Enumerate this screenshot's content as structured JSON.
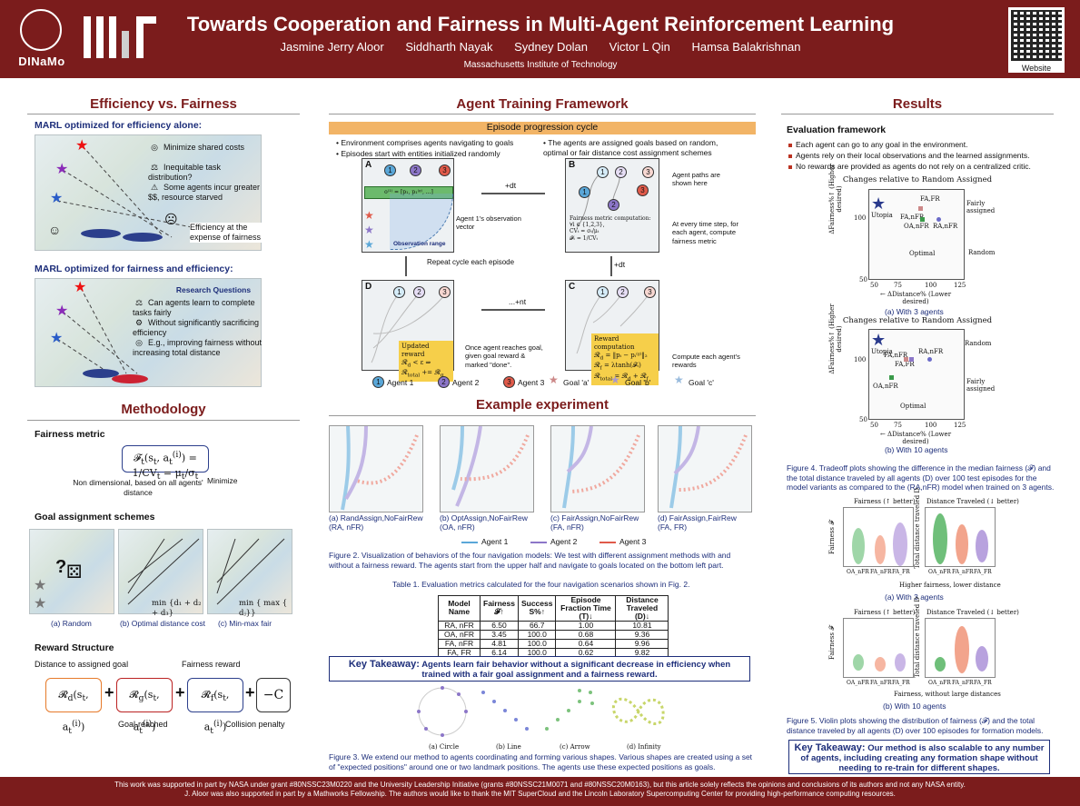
{
  "header": {
    "title": "Towards Cooperation and Fairness in Multi-Agent Reinforcement Learning",
    "authors": [
      "Jasmine Jerry Aloor",
      "Siddharth Nayak",
      "Sydney Dolan",
      "Victor L Qin",
      "Hamsa Balakrishnan"
    ],
    "affiliation": "Massachusetts Institute of Technology",
    "lab_logo": "DINaMo",
    "qr_label": "Website"
  },
  "col1": {
    "efficiency_title": "Efficiency vs. Fairness",
    "marl_eff_label": "MARL optimized for efficiency alone:",
    "notes_eff": [
      "Minimize shared costs",
      "Inequitable task distribution?",
      "Some agents incur greater $$, resource starved"
    ],
    "eff_caption": "Efficiency at the expense of fairness",
    "marl_fair_label": "MARL optimized for fairness and efficiency:",
    "rq_title": "Research Questions",
    "rq_items": [
      "Can agents learn to complete tasks fairly",
      "Without significantly sacrificing efficiency",
      "E.g., improving fairness without increasing total distance"
    ],
    "methodology_title": "Methodology",
    "fairness_metric_label": "Fairness metric",
    "non_dim_note": "Non dimensional, based on all agents' distance",
    "minimize_note": "Minimize",
    "goal_schemes_label": "Goal assignment schemes",
    "scheme_captions": [
      "(a) Random",
      "(b) Optimal distance cost",
      "(c) Min-max fair"
    ],
    "scheme_b_formula": "min {d₁ + d₂ + d₃}",
    "scheme_c_formula": "min { max { dⱼ}}",
    "reward_label": "Reward Structure",
    "reward_notes": {
      "distance": "Distance to assigned goal",
      "fairness": "Fairness reward",
      "goal": "Goal-reached",
      "collision": "Collision penalty"
    }
  },
  "col2": {
    "framework_title": "Agent Training Framework",
    "cycle_banner": "Episode progression cycle",
    "bullets_left": [
      "Environment comprises agents navigating to goals",
      "Episodes start with entities initialized randomly"
    ],
    "bullets_right": [
      "The agents are assigned goals based on random, optimal or fair distance cost assignment schemes"
    ],
    "notes": {
      "obs_vector": "Agent 1's observation vector",
      "obs_range": "Observation range",
      "paths": "Agent paths are shown here",
      "fairness_comp": "Fairness metric computation:",
      "every_step": "At every time step, for each agent, compute fairness metric",
      "repeat": "Repeat cycle each episode",
      "goal_reach": "Once agent reaches goal, given goal reward & marked \"done\".",
      "compute_rewards": "Compute each agent's rewards",
      "updated_reward": "Updated reward",
      "reward_comp": "Reward computation",
      "dt1": "+dt",
      "dt2": "+dt",
      "ndt": "...+nt"
    },
    "legend": [
      "Agent 1",
      "Agent 2",
      "Agent 3",
      "Goal 'a'",
      "Goal 'b'",
      "Goal 'c'"
    ],
    "example_title": "Example experiment",
    "exp_captions": [
      [
        "(a) RandAssign,NoFairRew",
        "(RA, nFR)"
      ],
      [
        "(b) OptAssign,NoFairRew",
        "(OA, nFR)"
      ],
      [
        "(c) FairAssign,NoFairRew",
        "(FA, nFR)"
      ],
      [
        "(d) FairAssign,FairRew",
        "(FA, FR)"
      ]
    ],
    "exp_legend": [
      "Agent 1",
      "Agent 2",
      "Agent 3"
    ],
    "fig2_caption": "Figure 2. Visualization of behaviors of the four navigation models: We test with different assignment methods with and without a fairness reward. The agents start from the upper half and navigate to goals located on the bottom left part.",
    "table_caption": "Table 1. Evaluation metrics calculated for the four navigation scenarios shown in Fig. 2.",
    "table": {
      "headers": [
        "Model Name",
        "Fairness 𝓕↑",
        "Success S%↑",
        "Episode Fraction Time (T)↓",
        "Distance Traveled (D)↓"
      ],
      "rows": [
        [
          "RA, nFR",
          "6.50",
          "66.7",
          "1.00",
          "10.81"
        ],
        [
          "OA, nFR",
          "3.45",
          "100.0",
          "0.68",
          "9.36"
        ],
        [
          "FA, nFR",
          "4.81",
          "100.0",
          "0.64",
          "9.96"
        ],
        [
          "FA, FR",
          "6.14",
          "100.0",
          "0.62",
          "9.82"
        ]
      ]
    },
    "takeaway_label": "Key Takeaway:",
    "takeaway_text": "Agents learn fair behavior without a significant decrease in efficiency when trained with a fair goal assignment and a fairness reward.",
    "shape_labels": [
      "(a) Circle",
      "(b) Line",
      "(c) Arrow",
      "(d) Infinity"
    ],
    "fig3_caption": "Figure 3. We extend our method to agents coordinating and forming various shapes. Various shapes are created using a set of \"expected positions\" around one or two landmark positions. The agents use these expected positions as goals."
  },
  "col3": {
    "results_title": "Results",
    "eval_label": "Evaluation framework",
    "eval_bullets": [
      "Each agent can go to any goal in the environment.",
      "Agents rely on their local observations and the learned assignments.",
      "No rewards are provided as agents do not rely on a centralized critic."
    ],
    "plot_title": "Changes relative to Random Assigned",
    "scatter_labels": {
      "utopia": "Utopia",
      "fairly": "Fairly assigned",
      "random": "Random",
      "optimal": "Optimal",
      "ylabel": "ΔFairness%↑ (Higher desired)",
      "xlabel": "← ΔDistance% (Lower desired)"
    },
    "scatter3": {
      "ticks_x": [
        "50",
        "75",
        "100",
        "125"
      ],
      "ticks_y": [
        "100",
        "50"
      ],
      "caption": "(a) With 3 agents"
    },
    "scatter10": {
      "ticks_x": [
        "50",
        "75",
        "100",
        "125"
      ],
      "ticks_y": [
        "100",
        "50"
      ],
      "caption": "(b) With 10 agents"
    },
    "point_labels": [
      "FA,FR",
      "FA,nFR",
      "OA,nFR",
      "RA,nFR"
    ],
    "fig4_caption": "Figure 4. Tradeoff plots showing the difference in the median fairness (𝓕) and the total distance traveled by all agents (D) over 100 test episodes for the model variants as compared to the (RA,nFR) model when trained on 3 agents.",
    "violin_titles": [
      "Fairness (↑ better)",
      "Distance Traveled (↓ better)"
    ],
    "violin_ylabels": [
      "Fairness 𝓕",
      "Total distance traveled D"
    ],
    "violin_xlabels": [
      "OA_nFR",
      "FA_nFR",
      "FA_FR"
    ],
    "violin3_note": "Higher fairness, lower distance",
    "violin3_caption": "(a) With 3 agents",
    "violin10_note": "Fairness, without large distances",
    "violin10_caption": "(b) With 10 agents",
    "fig5_caption": "Figure 5. Violin plots showing the distribution of fairness (𝓕) and the total distance traveled by all agents (D) over 100 episodes for formation models.",
    "takeaway_label": "Key Takeaway:",
    "takeaway_text": "Our method is also scalable to any number of agents, including creating any formation shape without needing to re-train for different shapes."
  },
  "footer": {
    "line1": "This work was supported in part by NASA under grant #80NSSC23M0220 and the University Leadership Initiative (grants #80NSSC21M0071 and #80NSSC20M0163), but this article solely reflects the opinions and conclusions of its authors and not any NASA entity.",
    "line2": "J. Aloor was also supported in part by a Mathworks Fellowship. The authors would like to thank the MIT SuperCloud and the Lincoln Laboratory Supercomputing Center for providing high-performance computing resources."
  },
  "colors": {
    "maroon": "#7b1c1c",
    "navy": "#1d2e7a",
    "banner": "#f2b466",
    "note": "#f6cf4a",
    "agent1": "#5aa7d8",
    "agent2": "#8c76c8",
    "agent3": "#e05a4a"
  }
}
